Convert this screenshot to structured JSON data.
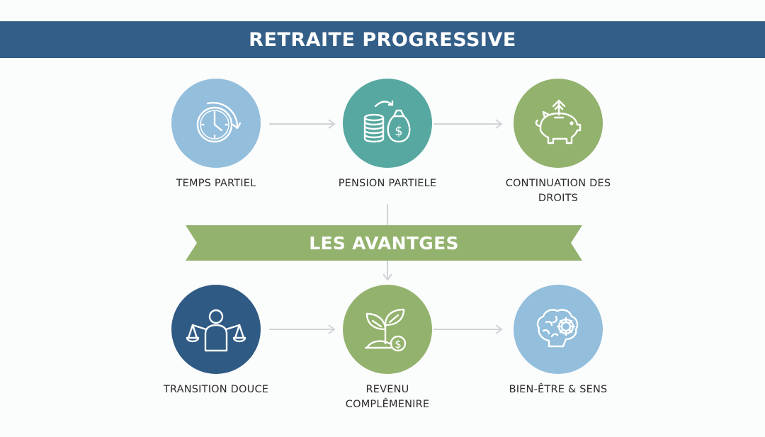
{
  "header": {
    "title": "RETRAITE PROGRESSIVE"
  },
  "banner": {
    "title": "LES AVANTGES"
  },
  "colors": {
    "header_bg": "#335e88",
    "banner_bg": "#93b26d",
    "light_blue": "#93bedc",
    "teal": "#56a8a0",
    "green": "#93b26d",
    "dark_blue": "#2f5a84",
    "arrow": "#cfd4d8"
  },
  "top_row": [
    {
      "label": "TEMPS PARTIEL",
      "icon": "clock-icon"
    },
    {
      "label": "PENSION PARTIELE",
      "icon": "money-bag-coins-icon"
    },
    {
      "label_line1": "CONTINUATION DES",
      "label_line2": "DROITS",
      "icon": "piggy-bank-icon"
    }
  ],
  "bottom_row": [
    {
      "label": "TRANSITION DOUCE",
      "icon": "balance-scale-person-icon"
    },
    {
      "label_line1": "REVENU",
      "label_line2": "COMPLÊMENIRE",
      "icon": "plant-coin-icon"
    },
    {
      "label": "BIEN-ÊTRE & SENS",
      "icon": "brain-gear-icon"
    }
  ]
}
